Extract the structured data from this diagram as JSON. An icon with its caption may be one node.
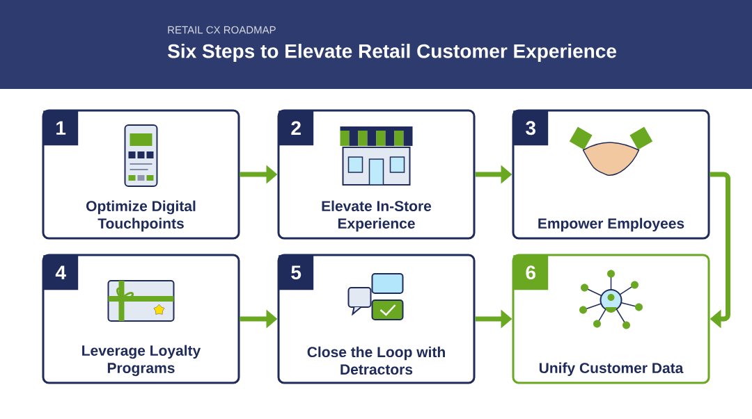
{
  "diagram": {
    "title": "Six Steps to Elevate Retail Customer Experience",
    "nodes": [
      {
        "text": [
          "1",
          "Optimize Digital Touchpoints"
        ]
      },
      {
        "text": [
          "2",
          "Elevate In-Store Experience"
        ]
      },
      {
        "text": [
          "3",
          "Empower Employees"
        ]
      },
      {
        "text": [
          "4",
          "Leverage Loyalty Programs"
        ]
      },
      {
        "text": [
          "5",
          "Close the Loop with Detractors"
        ]
      },
      {
        "text": [
          "6",
          "Unify Customer Data"
        ]
      }
    ],
    "edges": [
      {
        "from": 0,
        "to": 1,
        "arrow": "to"
      },
      {
        "from": 1,
        "to": 2,
        "arrow": "to"
      },
      {
        "from": 2,
        "to": 5,
        "arrow": "to"
      },
      {
        "from": 3,
        "to": 4,
        "arrow": "to"
      },
      {
        "from": 4,
        "to": 5,
        "arrow": "to"
      }
    ],
    "labels": [
      "RETAIL CX ROADMAP"
    ]
  }
}
